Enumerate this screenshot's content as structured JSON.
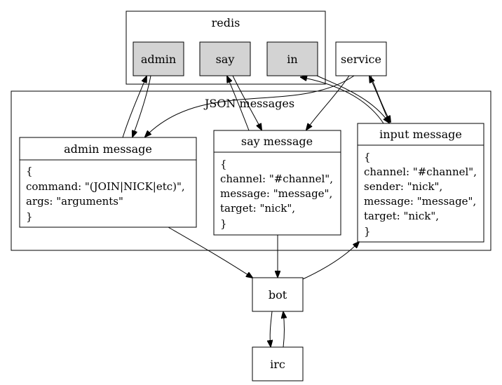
{
  "clusters": {
    "redis": "redis",
    "json": "JSON messages"
  },
  "nodes": {
    "admin_q": "admin",
    "say_q": "say",
    "in_q": "in",
    "service": "service",
    "bot": "bot",
    "irc": "irc"
  },
  "records": {
    "admin": {
      "title": "admin message",
      "lines": [
        "{",
        "command: \"(JOIN|NICK|etc)\",",
        "args: \"arguments\"",
        "}"
      ]
    },
    "say": {
      "title": "say message",
      "lines": [
        "{",
        "channel: \"#channel\",",
        "message: \"message\",",
        "target: \"nick\",",
        "}"
      ]
    },
    "input": {
      "title": "input message",
      "lines": [
        "{",
        "channel: \"#channel\",",
        "sender: \"nick\",",
        "message: \"message\",",
        "target: \"nick\",",
        "}"
      ]
    }
  },
  "colors": {
    "queue_fill": "#d3d3d3",
    "stroke": "#000000",
    "background": "#ffffff"
  }
}
